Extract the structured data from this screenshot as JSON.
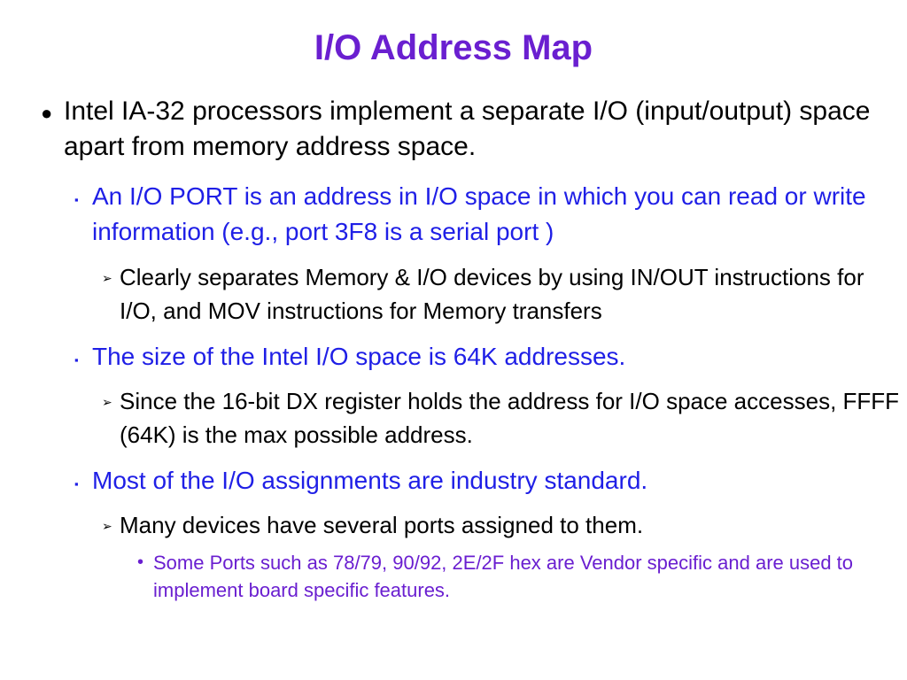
{
  "slide": {
    "title": "I/O Address Map",
    "bullets": [
      {
        "marker": "●",
        "text": "Intel IA-32 processors implement a separate I/O (input/output) space apart from memory address space."
      },
      {
        "marker": "▪",
        "text": "An I/O PORT is an address in I/O space in which you can read or write information (e.g., port 3F8 is a serial port )"
      },
      {
        "marker": "➢",
        "text": "Clearly separates Memory & I/O devices by using IN/OUT instructions for I/O, and MOV instructions for Memory transfers"
      },
      {
        "marker": "▪",
        "text": "The size of the Intel I/O space is 64K addresses."
      },
      {
        "marker": "➢",
        "text": "Since the 16-bit DX register holds the address for I/O space accesses, FFFF (64K) is the max possible address."
      },
      {
        "marker": "▪",
        "text": "Most of the I/O assignments are industry standard."
      },
      {
        "marker": "➢",
        "text": "Many devices have several ports assigned to them."
      },
      {
        "marker": "•",
        "text": "Some Ports such as 78/79, 90/92, 2E/2F hex are Vendor specific and are used to implement board specific features."
      }
    ]
  },
  "colors": {
    "title": "#6a1fd0",
    "level1_text": "#000000",
    "level2_text": "#1f1fe6",
    "level3_text": "#000000",
    "level4_text": "#6a1fd0",
    "background": "#ffffff"
  }
}
